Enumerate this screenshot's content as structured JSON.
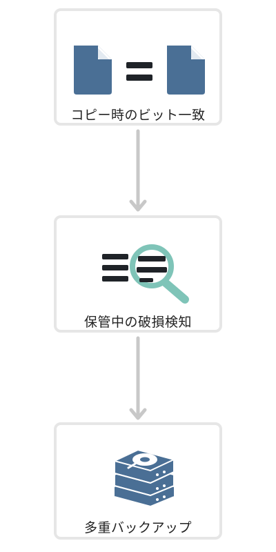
{
  "steps": [
    {
      "label": "コピー時のビット一致",
      "icon": "file-equals-file-icon"
    },
    {
      "label": "保管中の破損検知",
      "icon": "magnifier-scan-icon"
    },
    {
      "label": "多重バックアップ",
      "icon": "stacked-hard-disks-icon"
    }
  ],
  "colors": {
    "card_border": "#e6e6e6",
    "arrow": "#c8c8c8",
    "file_blue": "#4a6f95",
    "dark_bar": "#1f2328",
    "teal": "#7fc4b8"
  }
}
